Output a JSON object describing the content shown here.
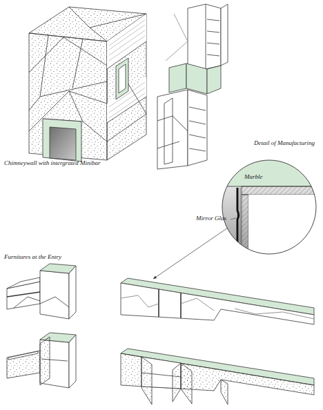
{
  "diagram": {
    "labels": [
      "Detail of Manufacturing",
      "Chimneywall with intergrated Minibar",
      "Marble",
      "Mirror Glas",
      "Furnitures at the Entry"
    ]
  }
}
